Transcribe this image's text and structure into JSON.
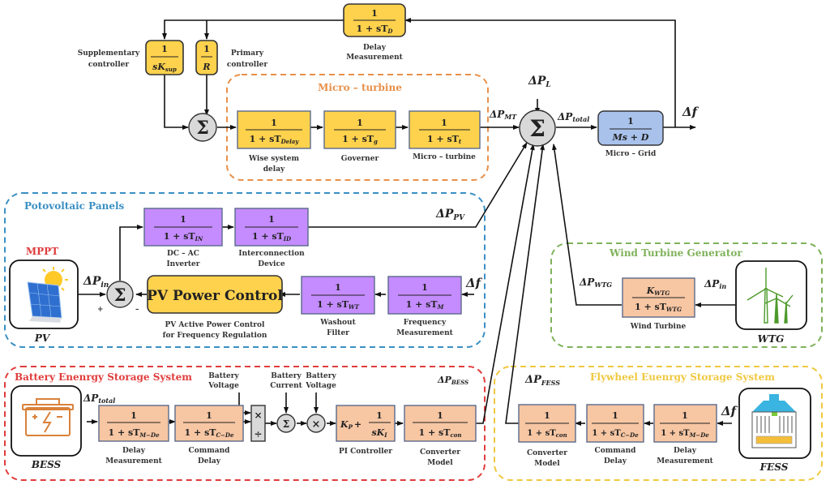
{
  "diagram": {
    "colors": {
      "mt_block": "#FFD24D",
      "mt_border": "#5a6a8a",
      "pv_block": "#C48CFF",
      "storage_block": "#F7C6A3",
      "grid_block": "#A9C2EC",
      "sum_fill": "#D9D9D9",
      "microturbine_frame": "#E8904A",
      "pv_frame": "#3A8FC4",
      "wtg_frame": "#7FB25A",
      "bess_frame": "#E03C3C",
      "fess_frame": "#F0C840",
      "mppt_text": "#E03C3C"
    },
    "top": {
      "delay_block": {
        "num": "1",
        "den": "1 + sT",
        "den_sub": "D",
        "label_lines": [
          "Delay",
          "Measurement"
        ]
      },
      "supp_block": {
        "num": "1",
        "den": "sK",
        "den_sub": "sup",
        "label_lines": [
          "Supplementary",
          "controller"
        ]
      },
      "primary_block": {
        "num": "1",
        "den": "R",
        "label_lines": [
          "Primary",
          "controller"
        ]
      },
      "sum_symbol": "Σ"
    },
    "microturbine": {
      "title": "Micro – turbine",
      "blocks": [
        {
          "num": "1",
          "den": "1 + sT",
          "den_sub": "Delay",
          "label_lines": [
            "Wise system",
            "delay"
          ]
        },
        {
          "num": "1",
          "den": "1 + sT",
          "den_sub": "g",
          "label_lines": [
            "Governer"
          ]
        },
        {
          "num": "1",
          "den": "1 + sT",
          "den_sub": "t",
          "label_lines": [
            "Micro – turbine"
          ]
        }
      ],
      "output_signal": "ΔP",
      "output_sub": "MT"
    },
    "main": {
      "sum_symbol": "Σ",
      "load_signal": "ΔP",
      "load_sub": "L",
      "total_signal": "ΔP",
      "total_sub": "total",
      "grid_block": {
        "num": "1",
        "den": "Ms + D",
        "label_lines": [
          "Micro – Grid"
        ]
      },
      "freq_signal": "Δf"
    },
    "pv": {
      "title": "Potovoltaic Panels",
      "mppt_label": "MPPT",
      "source_label": "PV",
      "input_signal": "ΔP",
      "input_sub": "in",
      "plus_sign": "+",
      "minus_sign": "–",
      "sum_symbol": "Σ",
      "inverter": {
        "num": "1",
        "den": "1 + sT",
        "den_sub": "IN",
        "label_lines": [
          "DC – AC",
          "Inverter"
        ]
      },
      "interconnect": {
        "num": "1",
        "den": "1 + sT",
        "den_sub": "ID",
        "label_lines": [
          "Interconnection",
          "Device"
        ]
      },
      "output_signal": "ΔP",
      "output_sub": "PV",
      "power_control": {
        "text": "PV Power Control",
        "label_lines": [
          "PV Active Power Control",
          "for Frequency Regulation"
        ]
      },
      "washout": {
        "num": "1",
        "den": "1 + sT",
        "den_sub": "WT",
        "label_lines": [
          "Washout",
          "Filter"
        ]
      },
      "freq_meas": {
        "num": "1",
        "den": "1 + sT",
        "den_sub": "M",
        "label_lines": [
          "Frequency",
          "Measurement"
        ]
      },
      "freq_signal": "Δf"
    },
    "wtg": {
      "title": "Wind Turbine Generator",
      "output_signal": "ΔP",
      "output_sub": "WTG",
      "block": {
        "num": "K",
        "num_sub": "WTG",
        "den": "1 + sT",
        "den_sub": "WTG",
        "label_lines": [
          "Wind Turbine"
        ]
      },
      "input_signal": "ΔP",
      "input_sub": "in",
      "source_label": "WTG"
    },
    "bess": {
      "title": "Battery Enenrgy Storage System",
      "source_label": "BESS",
      "input_signal": "ΔP",
      "input_sub": "total",
      "delay_meas": {
        "num": "1",
        "den": "1 + sT",
        "den_sub": "M−De",
        "label_lines": [
          "Delay",
          "Measurement"
        ]
      },
      "cmd_delay": {
        "num": "1",
        "den": "1 + sT",
        "den_sub": "C−De",
        "label_lines": [
          "Command",
          "Delay"
        ]
      },
      "battery_voltage_1": [
        "Battery",
        "Voltage"
      ],
      "battery_current": [
        "Battery",
        "Current"
      ],
      "battery_voltage_2": [
        "Battery",
        "Voltage"
      ],
      "mul_symbol": "×",
      "div_symbol": "÷",
      "sum_symbol": "Σ",
      "prod_symbol": "×",
      "pi": {
        "kp": "K",
        "kp_sub": "P",
        "plus": "+",
        "num": "1",
        "den": "sK",
        "den_sub": "I",
        "label_lines": [
          "PI Controller"
        ]
      },
      "converter": {
        "num": "1",
        "den": "1 + sT",
        "den_sub": "con",
        "label_lines": [
          "Converter",
          "Model"
        ]
      },
      "output_signal": "ΔP",
      "output_sub": "BESS"
    },
    "fess": {
      "title": "Flywheel Euenrgy Storage System",
      "output_signal": "ΔP",
      "output_sub": "FESS",
      "converter": {
        "num": "1",
        "den": "1 + sT",
        "den_sub": "con",
        "label_lines": [
          "Converter",
          "Model"
        ]
      },
      "cmd_delay": {
        "num": "1",
        "den": "1 + sT",
        "den_sub": "C−De",
        "label_lines": [
          "Command",
          "Delay"
        ]
      },
      "delay_meas": {
        "num": "1",
        "den": "1 + sT",
        "den_sub": "M−De",
        "label_lines": [
          "Delay",
          "Measurement"
        ]
      },
      "freq_signal": "Δf",
      "source_label": "FESS"
    }
  }
}
